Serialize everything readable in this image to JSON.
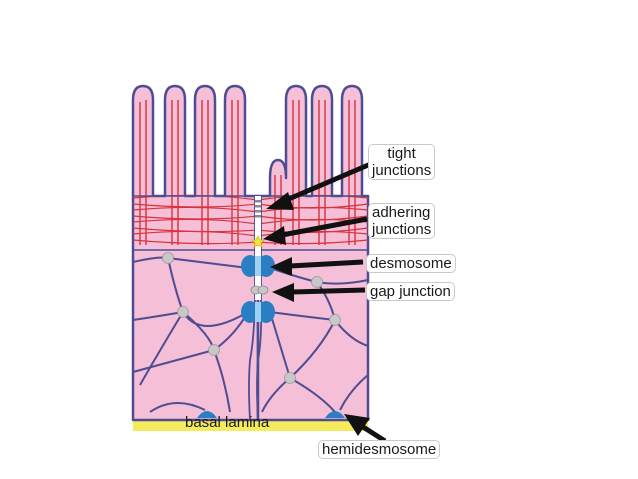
{
  "labels": {
    "tight_junctions": "tight\njunctions",
    "adhering_junctions": "adhering\njunctions",
    "desmosome": "desmosome",
    "gap_junction": "gap junction",
    "basal_lamina": "basal lamina",
    "hemidesmosome": "hemidesmosome"
  },
  "colors": {
    "cytoplasm": "#f5bfd8",
    "outline": "#4e4c92",
    "actin": "#d8323c",
    "desmosome": "#2a7fc4",
    "adhering": "#f3e24a",
    "basal_lamina": "#f4ec5c",
    "arrow": "#111111",
    "filament_node": "#c8c8c8"
  }
}
